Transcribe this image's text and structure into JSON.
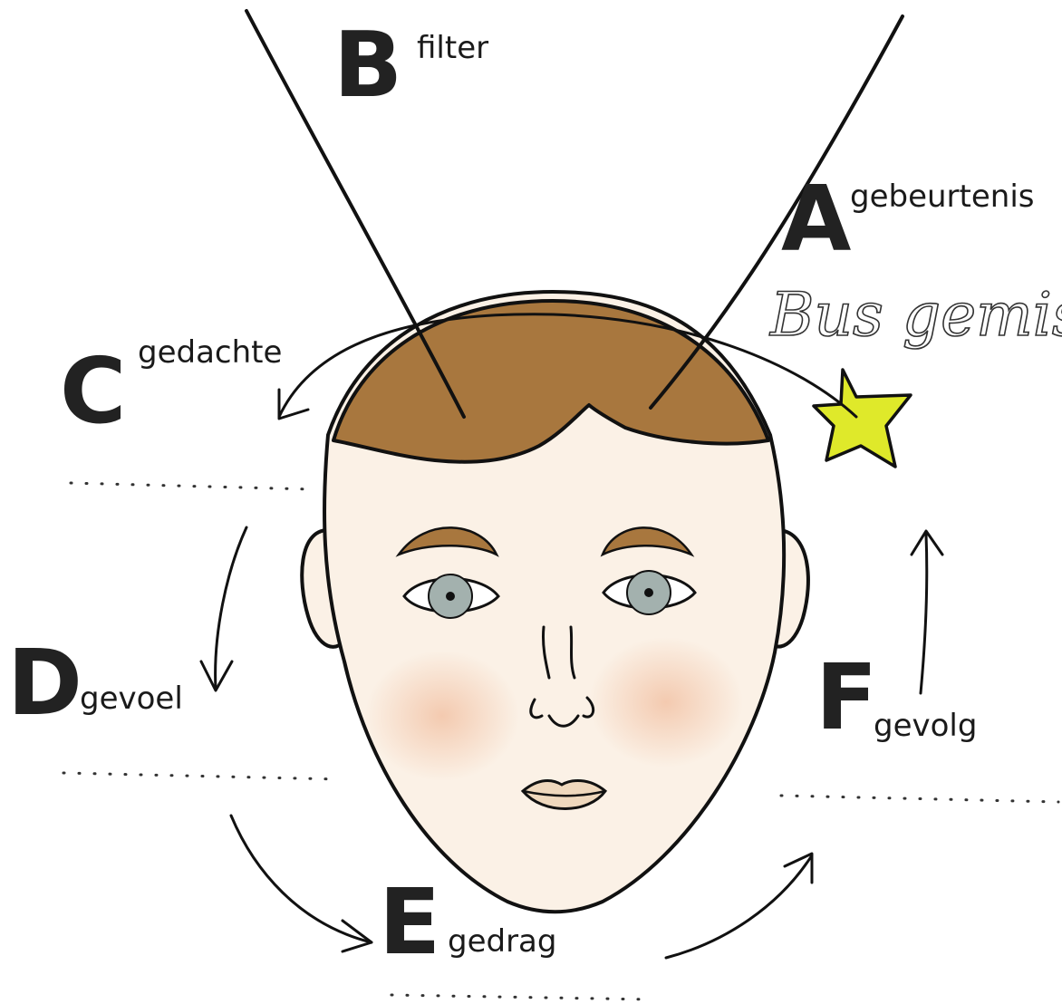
{
  "labels": {
    "a": {
      "letter": "A",
      "word": "gebeurtenis"
    },
    "b": {
      "letter": "B",
      "word": "filter"
    },
    "c": {
      "letter": "C",
      "word": "gedachte"
    },
    "d": {
      "letter": "D",
      "word": "gevoel"
    },
    "e": {
      "letter": "E",
      "word": "gedrag"
    },
    "f": {
      "letter": "F",
      "word": "gevolg"
    }
  },
  "event_text": "Bus gemist",
  "colors": {
    "hair": "#a8773e",
    "skin": "#fbf1e6",
    "eyebrow": "#a8773e",
    "iris": "#a3b1ae",
    "star": "#dfe92a",
    "blush": "#f2c3a6",
    "lips": "#efd8bd"
  },
  "icons": [
    "face-illustration",
    "star-burst-icon",
    "curved-arrow-icon"
  ]
}
